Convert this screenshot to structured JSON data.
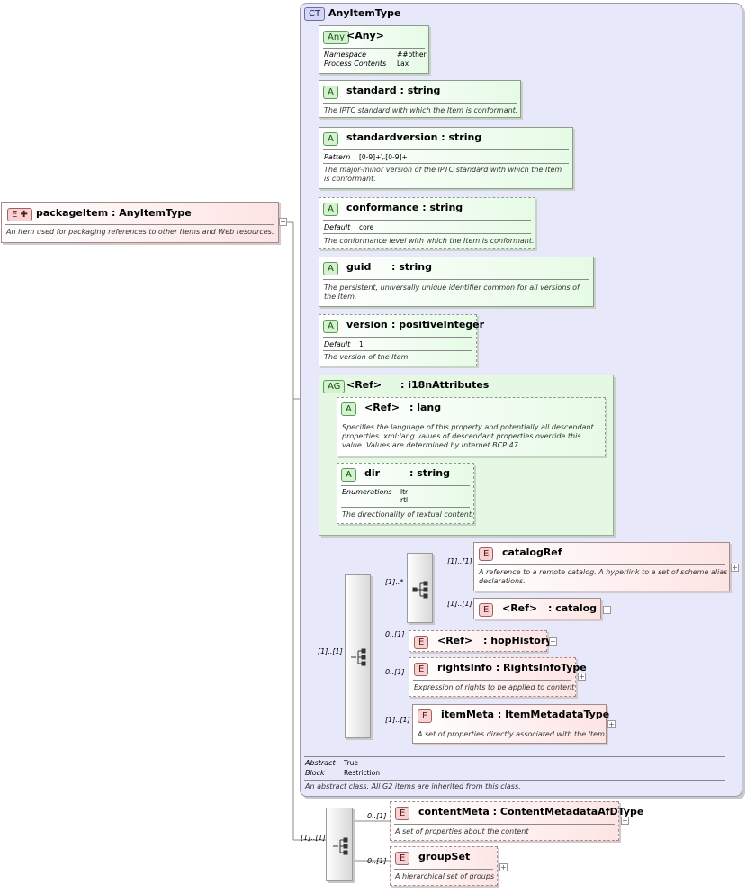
{
  "root_element": {
    "badge": "E",
    "name": "packageItem",
    "type": "AnyItemType",
    "description": "An Item used for packaging references to other Items and Web resources."
  },
  "complex_type": {
    "badge": "CT",
    "name": "AnyItemType",
    "properties": [
      {
        "label": "Abstract",
        "value": "True"
      },
      {
        "label": "Block",
        "value": "Restriction"
      }
    ],
    "description": "An abstract class. All G2 items are inherited from this class."
  },
  "any_attr": {
    "badge": "Any",
    "name": "<Any>",
    "properties": [
      {
        "label": "Namespace",
        "value": "##other"
      },
      {
        "label": "Process Contents",
        "value": "Lax"
      }
    ]
  },
  "attributes": {
    "standard": {
      "badge": "A",
      "name": "standard",
      "type": "string",
      "description": "The IPTC standard with which the Item is conformant."
    },
    "standardversion": {
      "badge": "A",
      "name": "standardversion",
      "type": "string",
      "prop_label": "Pattern",
      "prop_value": "[0-9]+\\.[0-9]+",
      "description": "The major-minor version of the IPTC standard with which the Item is conformant."
    },
    "conformance": {
      "badge": "A",
      "name": "conformance",
      "type": "string",
      "prop_label": "Default",
      "prop_value": "core",
      "description": "The conformance level with which the Item is conformant."
    },
    "guid": {
      "badge": "A",
      "name": "guid",
      "type": "string",
      "description": "The persistent, universally unique identifier common for all versions of the Item."
    },
    "version": {
      "badge": "A",
      "name": "version",
      "type": "positiveInteger",
      "prop_label": "Default",
      "prop_value": "1",
      "description": "The version of the Item."
    }
  },
  "attr_group": {
    "badge": "AG",
    "name": "<Ref>",
    "type": "i18nAttributes",
    "lang": {
      "badge": "A",
      "name": "<Ref>",
      "type": "lang",
      "description": "Specifies the language of this property and potentially all descendant properties. xml:lang values of descendant properties override this value. Values are determined by Internet BCP 47."
    },
    "dir": {
      "badge": "A",
      "name": "dir",
      "type": "string",
      "prop_label": "Enumerations",
      "values": [
        "ltr",
        "rtl"
      ],
      "description": "The directionality of textual content."
    }
  },
  "sequence_inner": {
    "cardinality": "[1]..[1]",
    "choice_cardinality": "[1]..*",
    "catalogRef": {
      "badge": "E",
      "name": "catalogRef",
      "cardinality": "[1]..[1]",
      "description": "A reference to a remote catalog. A hyperlink to a set of scheme alias declarations."
    },
    "catalog": {
      "badge": "E",
      "name": "<Ref>",
      "type": "catalog",
      "cardinality": "[1]..[1]"
    },
    "hopHistory": {
      "badge": "E",
      "name": "<Ref>",
      "type": "hopHistory",
      "cardinality": "0..[1]"
    },
    "rightsInfo": {
      "badge": "E",
      "name": "rightsInfo",
      "type": "RightsInfoType",
      "cardinality": "0..[1]",
      "description": "Expression of rights to be applied to content"
    },
    "itemMeta": {
      "badge": "E",
      "name": "itemMeta",
      "type": "ItemMetadataType",
      "cardinality": "[1]..[1]",
      "description": "A set of properties directly associated with the Item"
    }
  },
  "sequence_outer": {
    "cardinality": "[1]..[1]",
    "contentMeta": {
      "badge": "E",
      "name": "contentMeta",
      "type": "ContentMetadataAfDType",
      "cardinality": "0..[1]",
      "description": "A set of properties about the content"
    },
    "groupSet": {
      "badge": "E",
      "name": "groupSet",
      "cardinality": "0..[1]",
      "description": "A hierarchical set of groups"
    }
  },
  "icons": {
    "expand": "plus-icon",
    "collapse": "minus-icon",
    "sequence": "sequence-icon",
    "choice": "choice-icon",
    "element": "element-icon"
  },
  "colors": {
    "attribute": "#e6fbe6",
    "element": "#fde4e4",
    "complex_type": "#e8e8fb",
    "attr_group": "#e4f8e4"
  }
}
